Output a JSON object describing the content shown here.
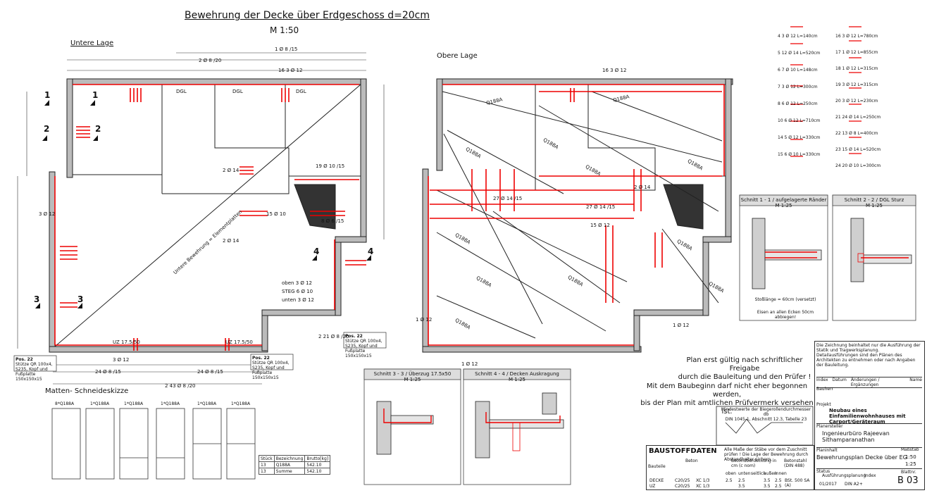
{
  "header": {
    "title": "Bewehrung der Decke über Erdgeschoss d=20cm",
    "scale": "M 1:50"
  },
  "views": {
    "lower_layer": "Untere Lage",
    "upper_layer": "Obere Lage",
    "cut_markers": [
      "1",
      "1",
      "2",
      "2",
      "3",
      "3",
      "4",
      "4"
    ],
    "dgl_labels": [
      "DGL",
      "DGL",
      "DGL"
    ],
    "diag_note": "Untere Bewehrung = Elementplatten",
    "lower_rebar_labels": [
      "2 Ø 8 /20",
      "1 Ø 8 /15",
      "16 3 Ø 12",
      "2 Ø 14",
      "19 Ø 10 /15",
      "8 Ø 6 /15",
      "2 Ø 14",
      "15 Ø 10",
      "3 Ø 12",
      "oben 3 Ø 12",
      "STEG 6 Ø 10",
      "unten 3 Ø 12",
      "2 21 Ø 8 /20",
      "3 Ø 12",
      "24 Ø 8 /15",
      "24 Ø 8 /15",
      "2 43 Ø 8 /20",
      "UZ 17.5/50",
      "UZ 17.5/50"
    ],
    "pos_notes": [
      {
        "title": "Pos. 22",
        "text": "Stütze QR 100x4, S235, Kopf und Fußplatte 150x150x15"
      },
      {
        "title": "Pos. 22",
        "text": "Stütze QR 100x4, S235, Kopf und Fußplatte 150x150x15"
      },
      {
        "title": "Pos. 22",
        "text": "Stütze QR 100x4, S235, Kopf und Fußplatte 150x150x15"
      }
    ],
    "upper_mesh_labels": [
      "Q188A",
      "Q188A",
      "Q188A",
      "Q188A",
      "Q188A",
      "Q188A",
      "Q188A",
      "Q188A",
      "Q188A",
      "Q188A",
      "Q188A",
      "Q188A"
    ],
    "upper_rebar_labels": [
      "16 3 Ø 12",
      "27 Ø 14 /15",
      "27 Ø 14 /15",
      "2 Ø 14",
      "15 Ø 12",
      "1 Ø 12",
      "1 Ø 12",
      "1 Ø 12"
    ]
  },
  "mesh_sketch": {
    "title": "Matten- Schneideskizze",
    "items": [
      "8*Q188A",
      "1*Q188A",
      "1*Q188A",
      "1*Q188A",
      "1*Q188A",
      "1*Q188A"
    ]
  },
  "mesh_table": {
    "headers": [
      "Stück",
      "Bezeichnung",
      "Brutto[kg]"
    ],
    "rows": [
      [
        "13",
        "Q188A",
        "542.10"
      ],
      [
        "13",
        "Summe",
        "542.10"
      ]
    ]
  },
  "bar_list_left": [
    "4 3 Ø 12 L=140cm",
    "5 12 Ø 14 L=520cm",
    "6 7 Ø 10 L=148cm",
    "7 3 Ø 12 L=300cm",
    "8 6 Ø 12 L=250cm",
    "10 6 Ø 12 L=710cm",
    "14 5 Ø 12 L=330cm",
    "15 6 Ø 10 L=330cm"
  ],
  "bar_list_right": [
    "16 3 Ø 12 L=780cm",
    "17 1 Ø 12 L=855cm",
    "18 1 Ø 12 L=315cm",
    "19 3 Ø 12 L=315cm",
    "20 3 Ø 12 L=230cm",
    "21 24 Ø 14 L=250cm",
    "22 13 Ø 8 L=400cm",
    "23 15 Ø 14 L=520cm",
    "24 20 Ø 10 L=300cm"
  ],
  "sections": [
    {
      "title": "Schnitt 1 - 1 / aufgelagerte Ränder",
      "scale": "M 1:25",
      "notes": [
        "Stoßlänge = 60cm (versetzt)",
        "Eisen an allen Ecken 50cm abbiegen!"
      ]
    },
    {
      "title": "Schnitt 2 - 2 / DGL Sturz",
      "scale": "M 1:25",
      "notes": []
    },
    {
      "title": "Schnitt 3 - 3 / Überzug 17.5x50",
      "scale": "M 1:25",
      "notes": []
    },
    {
      "title": "Schnitt 4 - 4 / Decken Auskragung",
      "scale": "M 1:25",
      "notes": []
    }
  ],
  "notice": {
    "line1": "Plan erst gültig nach schriftlicher Freigabe",
    "line2": "durch die Bauleitung und den Prüfer !",
    "line3": "Mit dem Baubeginn darf nicht eher begonnen werden,",
    "line4": "bis der Plan mit amtlichen Prüfvermerk versehen ist."
  },
  "bending": {
    "title": "Mindestwerte der Biegerollendurchmesser db",
    "subtitle": "DIN 1045-1, Abschnitt 12.3, Tabelle 23"
  },
  "baustoff": {
    "title": "BAUSTOFFDATEN",
    "note": "Alle Maße der Stäbe vor dem Zuschnitt prüfen ! Die Lage der Bewehrung durch Abstandhalter sichern.",
    "col_bauteile": "Bauteile",
    "col_beton": "Beton",
    "col_ueberdeckung": "Betonüberdeckung in cm (c nom)",
    "col_stahl": "Betonstahl (DIN 488)",
    "sub": [
      "oben",
      "unten",
      "seitlich",
      "außen",
      "innen"
    ],
    "rows": [
      {
        "name": "DECKE",
        "beton": "C20/25",
        "xc": "XC 1/3",
        "v": [
          "2.5",
          "2.5",
          "",
          "3.5",
          "2.5"
        ],
        "stahl": "BSt. 500 SA (A)"
      },
      {
        "name": "UZ",
        "beton": "C20/25",
        "xc": "XC 1/3",
        "v": [
          "",
          "3.5",
          "",
          "3.5",
          "2.5"
        ],
        "stahl": ""
      }
    ]
  },
  "titleblock": {
    "note": "Die Zeichnung beinhaltet nur die Ausführung der Statik und Tragwerksplanung. Detailausführungen sind den Plänen des Architekten zu entnehmen oder nach Angaben der Bauleitung.",
    "index_row": [
      "Index",
      "Datum",
      "Änderungen / Ergänzungen",
      "Name"
    ],
    "bauherr_label": "Bauherr",
    "projekt_label": "Projekt",
    "projekt": "Neubau eines Einfamilienwohnhauses mit Carport/Geräteraum",
    "ersteller_label": "Planersteller",
    "ersteller": "Ingenieurbüro Rajeevan Sithamparanathan",
    "plan_label": "Planinhalt",
    "plan": "Bewehrungsplan Decke über EG",
    "massstab_label": "Maßstab",
    "massstab": [
      "1:50",
      "1:25"
    ],
    "status_label": "Status",
    "status": "Ausführungsplanung",
    "index_label": "Index",
    "blatt_label": "Blattnr.",
    "date": "01/2017",
    "format": "DIN A2+",
    "sheet": "B 03"
  }
}
